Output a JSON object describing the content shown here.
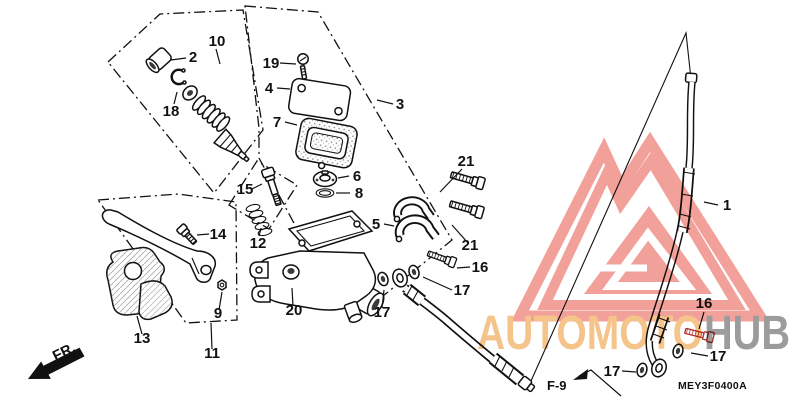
{
  "footer": {
    "direction_label": "FR.",
    "page_ref": "F-9",
    "diagram_code": "MEY3F0400A"
  },
  "watermark": {
    "left": "AUTOMOTO",
    "right": "HUB",
    "logo": "triangle-logo",
    "triangle_color": "#f2a19a",
    "left_text_color": "#f5c48b",
    "right_text_color": "#9c9c9c"
  },
  "callouts": [
    "2",
    "18",
    "10",
    "19",
    "4",
    "7",
    "3",
    "6",
    "8",
    "15",
    "12",
    "14",
    "9",
    "13",
    "11",
    "20",
    "5",
    "21",
    "21",
    "16",
    "17",
    "17",
    "1",
    "16",
    "17",
    "17"
  ]
}
